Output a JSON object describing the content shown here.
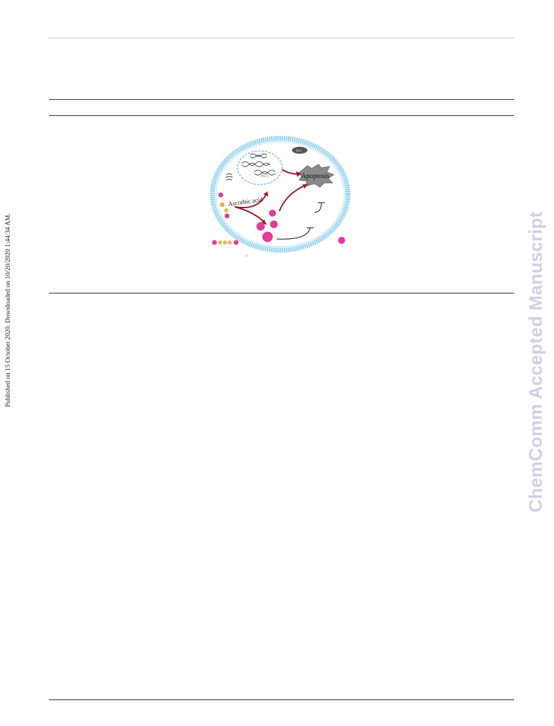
{
  "side_note": "Published on 15 October 2020. Downloaded on 10/20/2020 1:44:34 AM.",
  "watermark": "ChemComm Accepted Manuscript",
  "figure": {
    "apoptosis_label": "Apoptosis",
    "ascorbic_label": "Ascorbic acid",
    "red_label": "H₂O₂",
    "mito_label": "ROS",
    "colors": {
      "membrane": "#8fd0ee",
      "nanoparticle": "#e23c9a",
      "arrow": "#9b1c24",
      "apoptosis_blob": "#8a8a8a"
    }
  }
}
